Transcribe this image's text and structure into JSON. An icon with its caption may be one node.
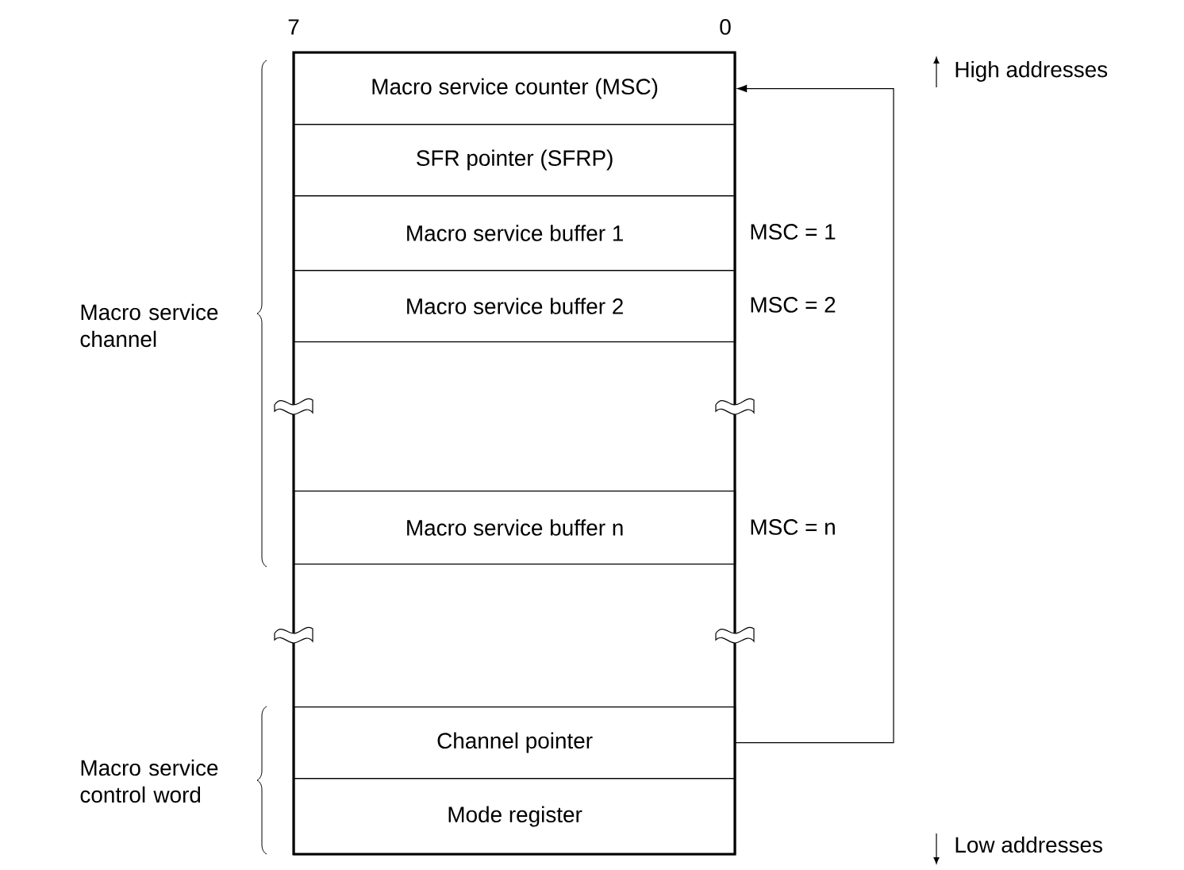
{
  "diagram": {
    "nodes": [
      {
        "text": [
          "Macro service counter (MSC)"
        ]
      },
      {
        "text": [
          "SFR pointer (SFRP)"
        ]
      },
      {
        "text": [
          "Macro service buffer 1"
        ],
        "beside": [
          "MSC = 1"
        ]
      },
      {
        "text": [
          "Macro service buffer 2"
        ],
        "beside": [
          "MSC = 2"
        ]
      },
      {
        "text": [
          "Macro service buffer n"
        ],
        "beside": [
          "MSC = n"
        ]
      },
      {
        "text": [
          "Channel pointer"
        ]
      },
      {
        "text": [
          "Mode register"
        ]
      }
    ],
    "edges": [
      {
        "from": 5,
        "to": 0,
        "arrow": "to"
      }
    ],
    "labels": [
      "7",
      "0",
      "High addresses",
      "Macro service channel",
      "Macro service control word",
      "Low addresses"
    ]
  }
}
